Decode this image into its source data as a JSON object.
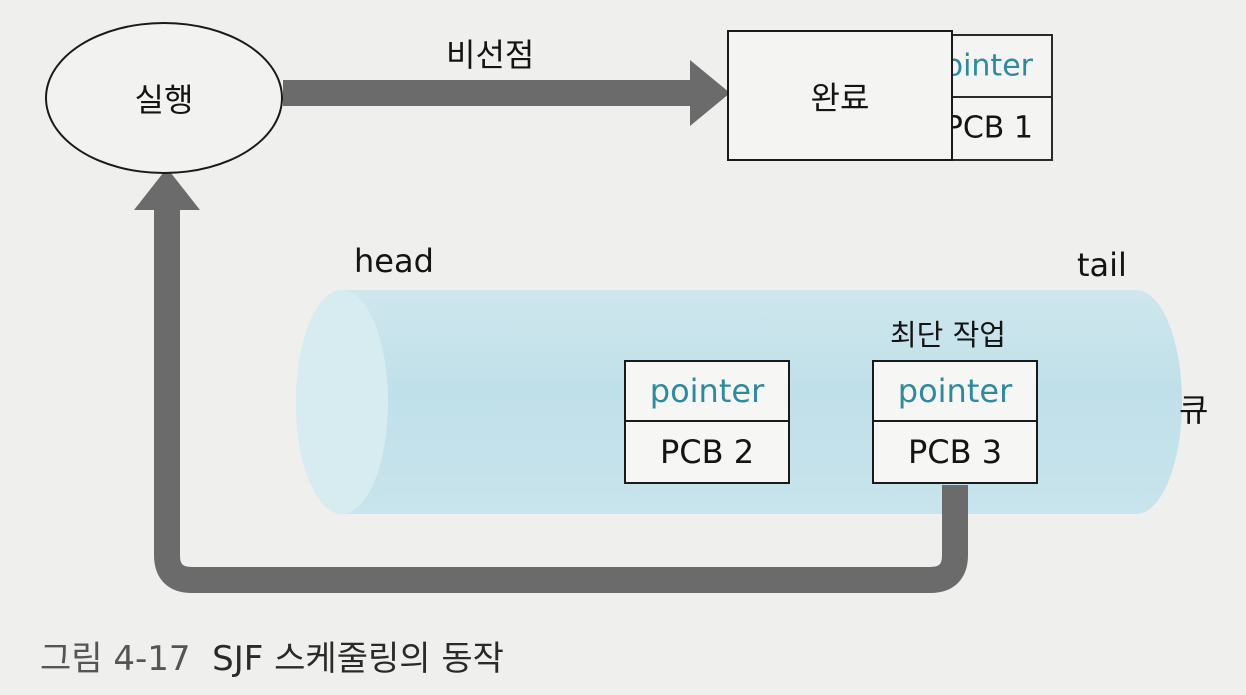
{
  "nodes": {
    "running": "실행",
    "completed": "완료",
    "queue": "큐"
  },
  "edges": {
    "nonpreemptive": "비선점"
  },
  "pcb1": {
    "pointer": "pointer",
    "name": "PCB 1"
  },
  "queue_labels": {
    "head": "head",
    "tail": "tail",
    "shortest_job": "최단 작업"
  },
  "pcb2": {
    "pointer": "pointer",
    "name": "PCB 2"
  },
  "pcb3": {
    "pointer": "pointer",
    "name": "PCB 3"
  },
  "caption": {
    "number": "그림 4-17",
    "text": "SJF 스케줄링의 동작"
  },
  "colors": {
    "arrow": "#6b6b6b",
    "queue_fill": "#c4e2ea",
    "pointer_text": "#2f8aa0"
  }
}
